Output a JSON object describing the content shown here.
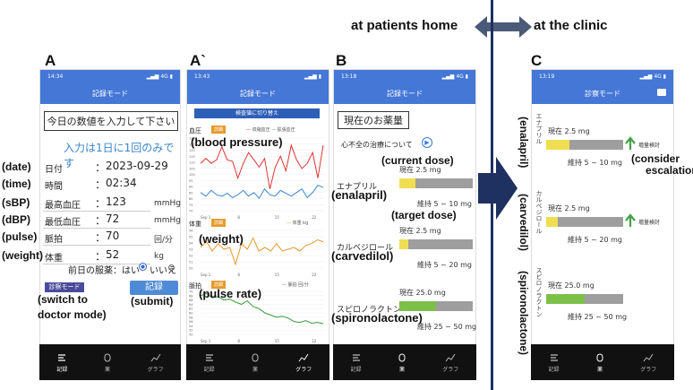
{
  "header": {
    "left": "at patients home",
    "right": "at the clinic"
  },
  "labels": {
    "A": "A",
    "A2": "A`",
    "B": "B",
    "C": "C"
  },
  "colors": {
    "appBlue": "#4477d6",
    "divider": "#1e3160",
    "yellow": "#f0de52",
    "green": "#7cc04a",
    "grey": "#9e9e9e",
    "arrowGreen": "#47a047"
  },
  "panelA": {
    "time": "14:34",
    "title": "記録モード",
    "instruction": "今日の数値を入力して下さい",
    "note": "入力は1日に1回のみです",
    "rows": [
      {
        "label": "日付",
        "value": "2023-09-29",
        "unit": "",
        "ann": "(date)"
      },
      {
        "label": "時間",
        "value": "02:34",
        "unit": "",
        "ann": "(time)"
      },
      {
        "label": "最高血圧",
        "value": "123",
        "unit": "mmHg",
        "ann": "(sBP)"
      },
      {
        "label": "最低血圧",
        "value": "72",
        "unit": "mmHg",
        "ann": "(dBP)"
      },
      {
        "label": "脈拍",
        "value": "70",
        "unit": "回/分",
        "ann": "(pulse)"
      },
      {
        "label": "体重",
        "value": "52",
        "unit": "kg",
        "ann": "(weight)"
      }
    ],
    "colon": "：",
    "medQuestion": "前日の服薬",
    "medYes": "：はい",
    "medNo": "いいえ",
    "doctorButton": "診察モード",
    "submitButton": "記録",
    "annSwitch1": "(switch to",
    "annSwitch2": "doctor mode)",
    "annSubmit": "(submit)",
    "tabs": [
      "記録",
      "薬",
      "グラフ"
    ]
  },
  "panelA2": {
    "time": "13:43",
    "title": "記録モード",
    "switchButton": "検査値に切り替え",
    "bp": {
      "label": "血圧",
      "chip": "詳細",
      "leg1": "収縮血圧",
      "leg2": "拡張血圧",
      "ann": "(blood pressure)",
      "yticks": [
        "130",
        "125",
        "120",
        "115",
        "110",
        "105",
        "100",
        "95",
        "90",
        "85",
        "80",
        "75",
        "70"
      ]
    },
    "weight": {
      "label": "体重",
      "chip": "詳細",
      "leg": "体重 kg",
      "ann": "(weight)",
      "yticks": [
        "56",
        "55",
        "54",
        "53",
        "52",
        "51",
        "50"
      ]
    },
    "pulse": {
      "label": "脈拍",
      "chip": "詳細",
      "leg": "脈拍 回/分",
      "ann": "(pulse rate)",
      "yticks": [
        "70",
        "68",
        "66",
        "64",
        "62",
        "60",
        "58",
        "56",
        "54",
        "52",
        "50"
      ]
    },
    "xticks": [
      "Sep 1",
      "8",
      "15",
      "22"
    ],
    "tabs": [
      "記録",
      "薬",
      "グラフ"
    ]
  },
  "panelB": {
    "time": "13:18",
    "title": "記録モード",
    "heading": "現在のお薬量",
    "link": "心不全の治療について",
    "annCurrent": "(current dose)",
    "annTarget": "(target dose)",
    "drugs": [
      {
        "name": "エナプリル",
        "ann": "(enalapril)",
        "current": "現在 2.5 mg",
        "target": "維持 5 ~ 10 mg",
        "fill": 0.22,
        "color": "#f0de52"
      },
      {
        "name": "カルベジロール",
        "ann": "(carvedilol)",
        "current": "現在 2.5 mg",
        "target": "維持 5 ~ 20 mg",
        "fill": 0.12,
        "color": "#f0de52"
      },
      {
        "name": "スピロノラクトン",
        "ann": "(spironolactone)",
        "current": "現在 25.0 mg",
        "target": "維持 25 ~ 50 mg",
        "fill": 0.5,
        "color": "#7cc04a"
      }
    ],
    "tabs": [
      "記録",
      "薬",
      "グラフ"
    ]
  },
  "panelC": {
    "time": "13:19",
    "title": "診察モード",
    "drugs": [
      {
        "vname": "エナプリル",
        "ann": "(enalapril)",
        "current": "現在 2.5 mg",
        "target": "維持 5 ~ 10 mg",
        "fill": 0.3,
        "color": "#f0de52",
        "escalate": "増量検討"
      },
      {
        "vname": "カルベジロール",
        "ann": "(carvedilol)",
        "current": "現在 2.5 mg",
        "target": "維持 5 ~ 20 mg",
        "fill": 0.15,
        "color": "#f0de52",
        "escalate": "増量検討"
      },
      {
        "vname": "スピロノラクトン",
        "ann": "(spironolactone)",
        "current": "現在 25.0 mg",
        "target": "維持 25 ~ 50 mg",
        "fill": 0.5,
        "color": "#7cc04a",
        "escalate": ""
      }
    ],
    "annConsider1": "(consider",
    "annConsider2": "escalation)",
    "tabs": [
      "記録",
      "薬",
      "グラフ"
    ]
  }
}
